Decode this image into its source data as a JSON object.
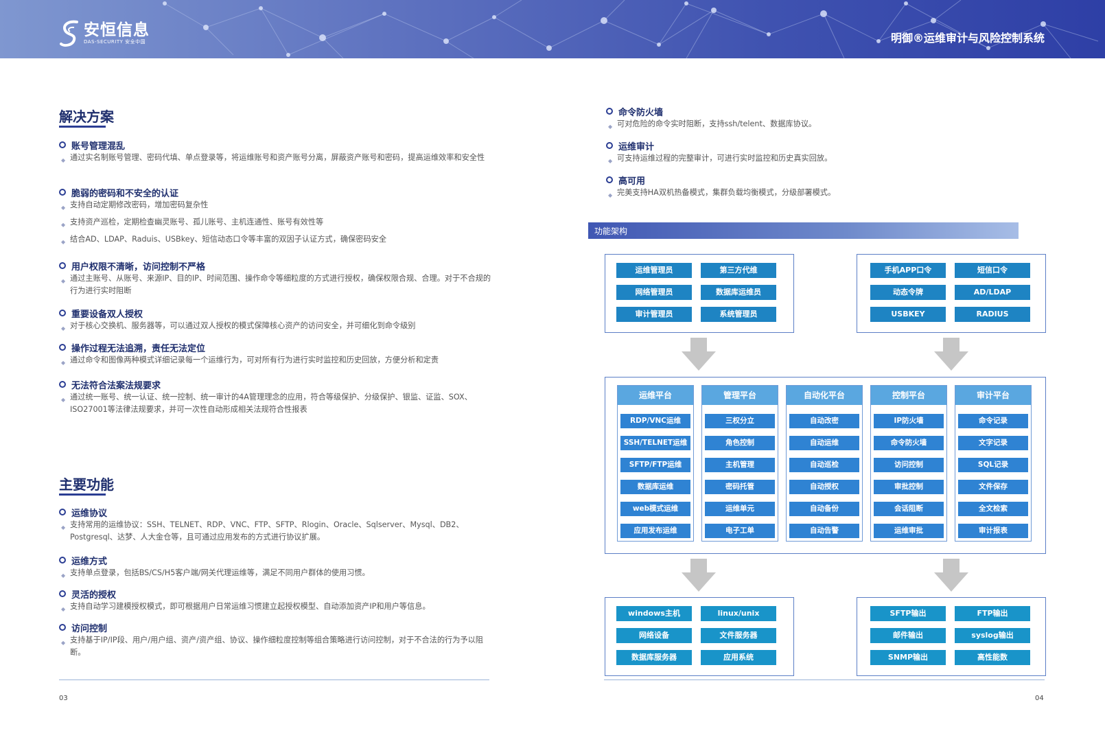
{
  "header": {
    "logo_cn": "安恒信息",
    "logo_en": "DAS-SECURITY 安全中国",
    "system_title": "明御®运维审计与风险控制系统"
  },
  "left": {
    "solutions_title": "解决方案",
    "solutions": [
      {
        "title": "账号管理混乱",
        "desc": [
          "通过实名制账号管理、密码代填、单点登录等，将运维账号和资产账号分离，屏蔽资产账号和密码，提高运维效率和安全性"
        ]
      },
      {
        "title": "脆弱的密码和不安全的认证",
        "desc": [
          "支持自动定期修改密码，增加密码复杂性",
          "支持资产巡检，定期检查幽灵账号、孤儿账号、主机连通性、账号有效性等",
          "结合AD、LDAP、Raduis、USBkey、短信动态口令等丰富的双因子认证方式，确保密码安全"
        ]
      },
      {
        "title": "用户权限不清晰，访问控制不严格",
        "desc": [
          "通过主账号、从账号、来源IP、目的IP、时间范围、操作命令等细粒度的方式进行授权，确保权限合规、合理。对于不合规的行为进行实时阻断"
        ]
      },
      {
        "title": "重要设备双人授权",
        "desc": [
          "对于核心交换机、服务器等，可以通过双人授权的模式保障核心资产的访问安全，并可细化到命令级别"
        ]
      },
      {
        "title": "操作过程无法追溯，责任无法定位",
        "desc": [
          "通过命令和图像两种模式详细记录每一个运维行为，可对所有行为进行实时监控和历史回放，方便分析和定责"
        ]
      },
      {
        "title": "无法符合法案法规要求",
        "desc": [
          "通过统一账号、统一认证、统一控制、统一审计的4A管理理念的应用，符合等级保护、分级保护、银监、证监、SOX、ISO27001等法律法规要求，并可一次性自动形成相关法规符合性报表"
        ]
      }
    ],
    "features_title": "主要功能",
    "features": [
      {
        "title": "运维协议",
        "desc": [
          "支持常用的运维协议：SSH、TELNET、RDP、VNC、FTP、SFTP、Rlogin、Oracle、Sqlserver、Mysql、DB2、Postgresql、达梦、人大金仓等，且可通过应用发布的方式进行协议扩展。"
        ]
      },
      {
        "title": "运维方式",
        "desc": [
          "支持单点登录，包括BS/CS/H5客户端/网关代理运维等，满足不同用户群体的使用习惯。"
        ]
      },
      {
        "title": "灵活的授权",
        "desc": [
          "支持自动学习建模授权模式，即可根据用户日常运维习惯建立起授权模型、自动添加资产IP和用户等信息。"
        ]
      },
      {
        "title": "访问控制",
        "desc": [
          "支持基于IP/IP段、用户/用户组、资产/资产组、协议、操作细粒度控制等组合策略进行访问控制，对于不合法的行为予以阻断。"
        ]
      }
    ],
    "page_number": "03"
  },
  "right": {
    "features": [
      {
        "title": "命令防火墙",
        "desc": "可对危险的命令实时阻断，支持ssh/telent、数据库协议。"
      },
      {
        "title": "运维审计",
        "desc": "可支持运维过程的完整审计，可进行实时监控和历史真实回放。"
      },
      {
        "title": "高可用",
        "desc": "完美支持HA双机热备模式，集群负载均衡模式，分级部署模式。"
      }
    ],
    "arch_title": "功能架构",
    "top_left": [
      "运维管理员",
      "第三方代维",
      "网络管理员",
      "数据库运维员",
      "审计管理员",
      "系统管理员"
    ],
    "top_right": [
      "手机APP口令",
      "短信口令",
      "动态令牌",
      "AD/LDAP",
      "USBKEY",
      "RADIUS"
    ],
    "platforms": [
      {
        "name": "运维平台",
        "items": [
          "RDP/VNC运维",
          "SSH/TELNET运维",
          "SFTP/FTP运维",
          "数据库运维",
          "web模式运维",
          "应用发布运维"
        ]
      },
      {
        "name": "管理平台",
        "items": [
          "三权分立",
          "角色控制",
          "主机管理",
          "密码托管",
          "运维单元",
          "电子工单"
        ]
      },
      {
        "name": "自动化平台",
        "items": [
          "自动改密",
          "自动运维",
          "自动巡检",
          "自动授权",
          "自动备份",
          "自动告警"
        ]
      },
      {
        "name": "控制平台",
        "items": [
          "IP防火墙",
          "命令防火墙",
          "访问控制",
          "审批控制",
          "会话阻断",
          "运维审批"
        ]
      },
      {
        "name": "审计平台",
        "items": [
          "命令记录",
          "文字记录",
          "SQL记录",
          "文件保存",
          "全文检索",
          "审计报表"
        ]
      }
    ],
    "bottom_left": [
      "windows主机",
      "linux/unix",
      "网络设备",
      "文件服务器",
      "数据库服务器",
      "应用系统"
    ],
    "bottom_right": [
      "SFTP输出",
      "FTP输出",
      "邮件输出",
      "syslog输出",
      "SNMP输出",
      "高性能数"
    ],
    "page_number": "04"
  }
}
